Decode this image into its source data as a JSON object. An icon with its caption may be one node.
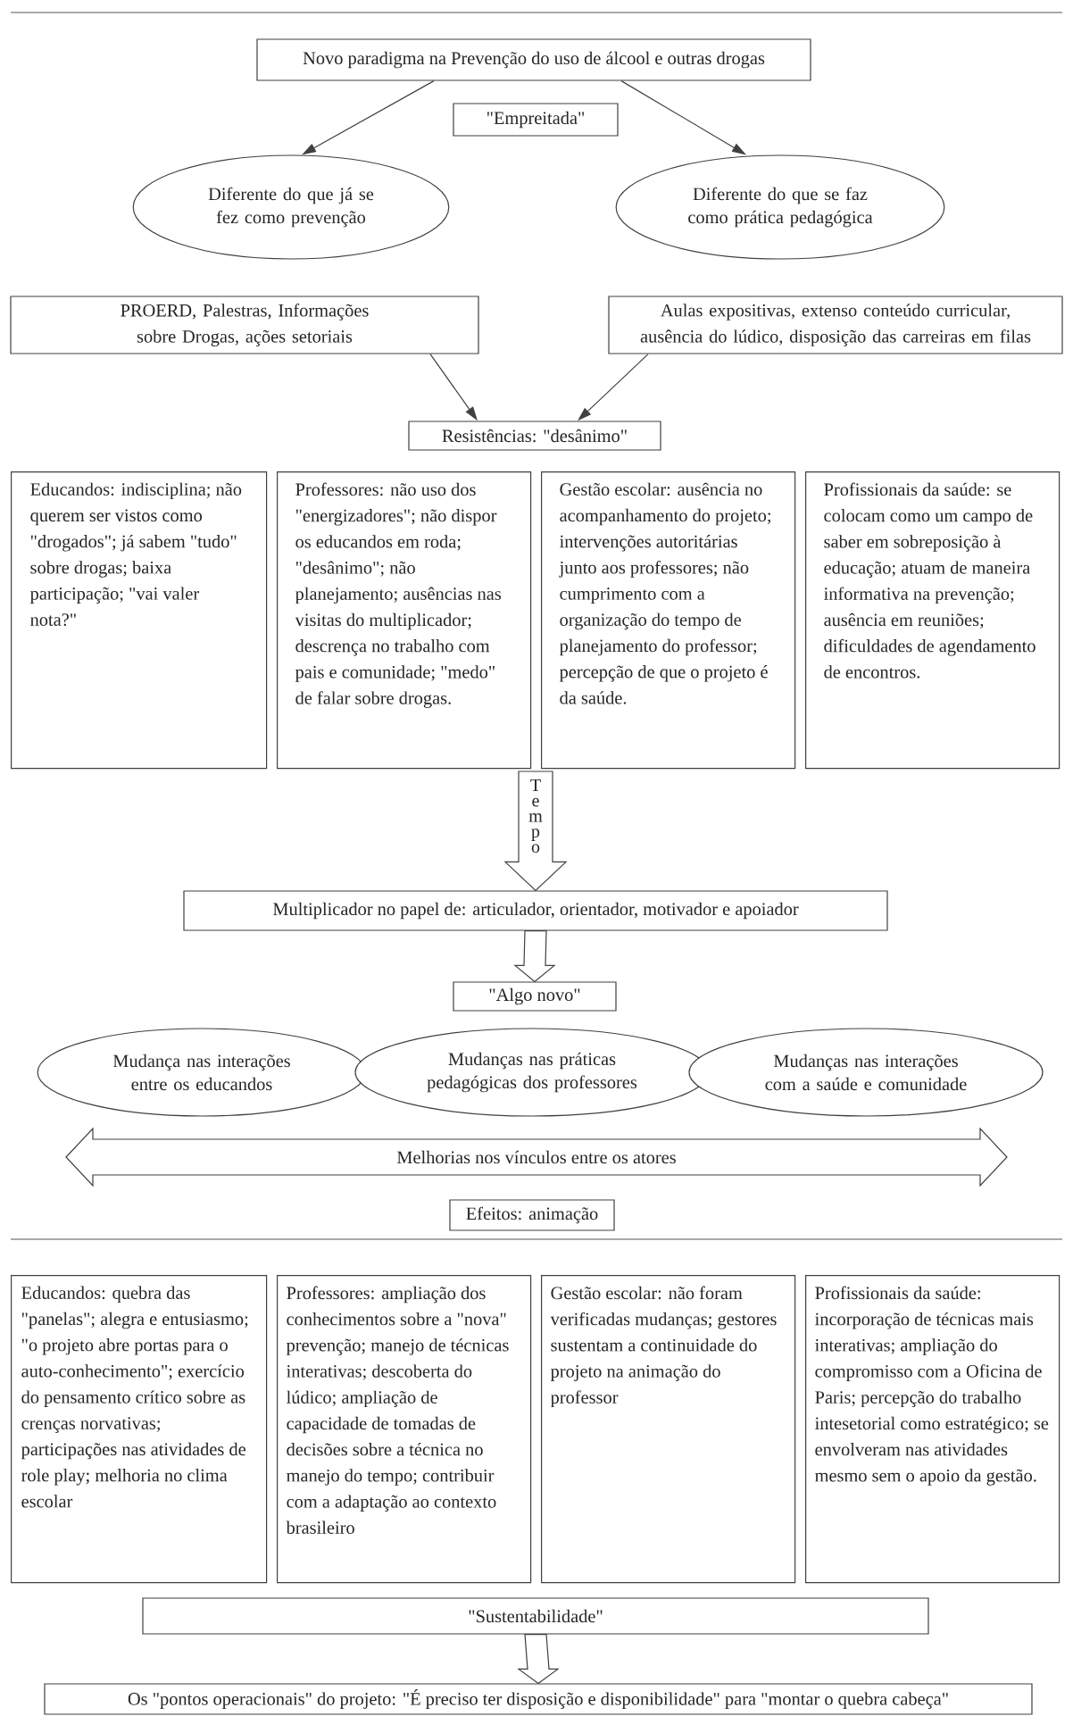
{
  "diagram": {
    "nodes": [
      {
        "text": [
          "Novo paradigma na Prevenção do uso de álcool e outras drogas"
        ]
      },
      {
        "text": [
          "\"Empreitada\""
        ]
      },
      {
        "text": [
          "Diferente do que já se fez como prevenção"
        ]
      },
      {
        "text": [
          "Diferente do que se faz como prática pedagógica"
        ]
      },
      {
        "text": [
          "PROERD, Palestras, Informações sobre Drogas, ações setoriais"
        ]
      },
      {
        "text": [
          "Aulas expositivas, extenso conteúdo curricular, ausência do lúdico, disposição das carreiras em filas"
        ]
      },
      {
        "text": [
          "Resistências: \"desânimo\""
        ]
      },
      {
        "text": [
          "Educandos: indisciplina; não querem ser vistos como \"drogados\"; já sabem \"tudo\" sobre drogas; baixa participação; \"vai valer nota?\""
        ]
      },
      {
        "text": [
          "Professores: não uso dos \"energizadores\"; não dispor os educandos em roda; \"desânimo\"; não planejamento; ausências nas visitas do multiplicador; descrença no trabalho com pais e comunidade; \"medo\" de falar sobre drogas."
        ]
      },
      {
        "text": [
          "Gestão escolar: ausência no acompanhamento do projeto; intervenções autoritárias junto aos professores; não cumprimento com a organização do tempo de planejamento do professor; percepção de que o projeto é da saúde."
        ]
      },
      {
        "text": [
          "Profissionais da saúde: se colocam como um campo de saber em sobreposição à educação; atuam de maneira informativa na prevenção; ausência em reuniões; dificuldades de agendamento de encontros."
        ]
      },
      {
        "text": [
          "Multiplicador no papel de: articulador, orientador, motivador e apoiador"
        ]
      },
      {
        "text": [
          "\"Algo novo\""
        ]
      },
      {
        "text": [
          "Mudança nas interações entre os educandos"
        ]
      },
      {
        "text": [
          "Mudanças nas práticas pedagógicas dos professores"
        ]
      },
      {
        "text": [
          "Mudanças nas interações com a saúde e comunidade"
        ]
      },
      {
        "text": [
          "Melhorias nos vínculos entre os atores"
        ]
      },
      {
        "text": [
          "Efeitos: animação"
        ]
      },
      {
        "text": [
          "Educandos: quebra das \"panelas\"; alegra e entusiasmo; \"o projeto abre portas para o auto-conhecimento\"; exercício do pensamento crítico sobre as crenças norvativas; participações nas atividades de role play; melhoria no clima escolar"
        ]
      },
      {
        "text": [
          "Professores: ampliação dos conhecimentos sobre a \"nova\" prevenção; manejo de técnicas interativas; descoberta do lúdico; ampliação de capacidade de tomadas de decisões sobre a técnica no manejo do tempo; contribuir com a adaptação ao contexto brasileiro"
        ]
      },
      {
        "text": [
          "Gestão escolar: não foram verificadas mudanças; gestores sustentam a continuidade do projeto na animação do professor"
        ]
      },
      {
        "text": [
          "Profissionais da saúde: incorporação de técnicas mais interativas; ampliação do compromisso com a Oficina de Paris; percepção do trabalho intesetorial como estratégico; se envolveram nas atividades mesmo sem o apoio da gestão."
        ]
      },
      {
        "text": [
          "\"Sustentabilidade\""
        ]
      },
      {
        "text": [
          "Os \"pontos operacionais\" do projeto: \"É preciso ter disposição e disponibilidade\" para \"montar o quebra cabeça\""
        ]
      }
    ],
    "edges": [
      {
        "from": 0,
        "to": 2,
        "arrow": "to"
      },
      {
        "from": 0,
        "to": 3,
        "arrow": "to"
      },
      {
        "from": 4,
        "to": 6,
        "arrow": "to"
      },
      {
        "from": 5,
        "to": 6,
        "arrow": "to"
      },
      {
        "from": null,
        "to": 11,
        "arrow": "to",
        "label": "Tempo",
        "style": "thick"
      },
      {
        "from": 11,
        "to": 12,
        "arrow": "to",
        "style": "thick"
      },
      {
        "from": 22,
        "to": 23,
        "arrow": "to",
        "style": "thick"
      }
    ]
  }
}
